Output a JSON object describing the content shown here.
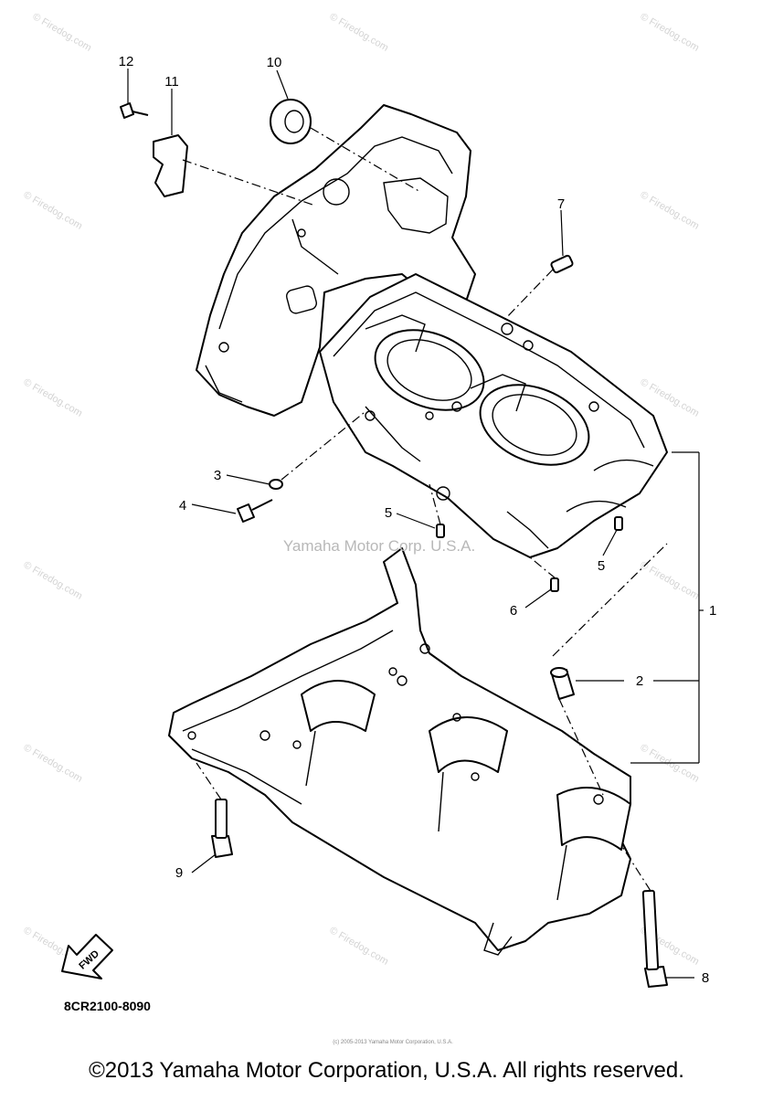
{
  "callouts": [
    {
      "id": "1",
      "label": "1"
    },
    {
      "id": "2",
      "label": "2"
    },
    {
      "id": "3",
      "label": "3"
    },
    {
      "id": "4",
      "label": "4"
    },
    {
      "id": "5a",
      "label": "5"
    },
    {
      "id": "5b",
      "label": "5"
    },
    {
      "id": "6",
      "label": "6"
    },
    {
      "id": "7",
      "label": "7"
    },
    {
      "id": "8",
      "label": "8"
    },
    {
      "id": "9",
      "label": "9"
    },
    {
      "id": "10",
      "label": "10"
    },
    {
      "id": "11",
      "label": "11"
    },
    {
      "id": "12",
      "label": "12"
    }
  ],
  "watermark": "Yamaha Motor Corp. U.S.A.",
  "site_watermark": "© Firedog.com",
  "fwd_label": "FWD",
  "drawing_code": "8CR2100-8090",
  "tiny_copyright": "(c) 2005-2013 Yamaha Motor Corporation, U.S.A.",
  "copyright": "©2013 Yamaha Motor Corporation, U.S.A. All rights reserved."
}
